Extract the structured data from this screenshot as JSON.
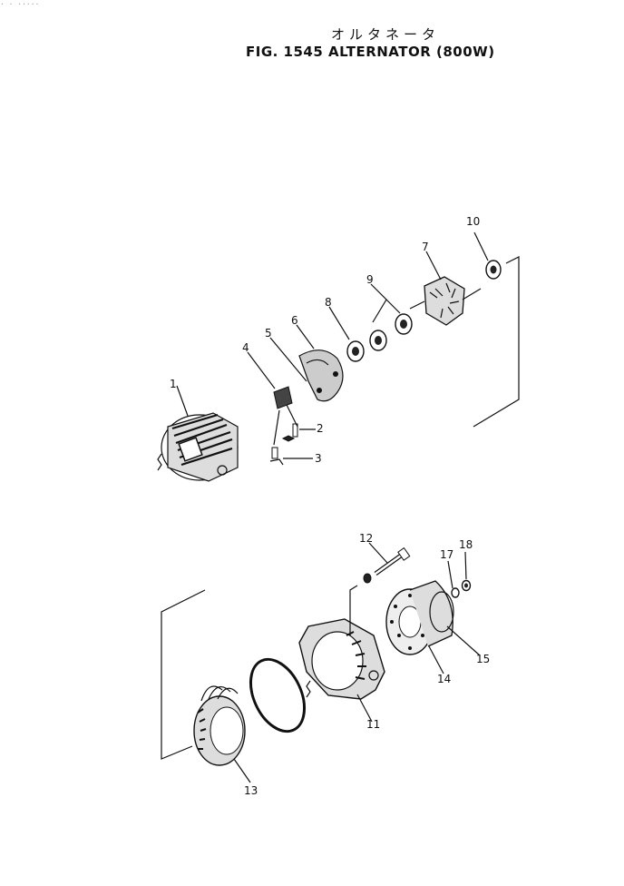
{
  "header": {
    "title_jp": "オルタネータ",
    "title": "FIG. 1545  ALTERNATOR (800W)"
  },
  "callouts": [
    {
      "number": "1"
    },
    {
      "number": "2"
    },
    {
      "number": "3"
    },
    {
      "number": "4"
    },
    {
      "number": "5"
    },
    {
      "number": "6"
    },
    {
      "number": "7"
    },
    {
      "number": "8"
    },
    {
      "number": "9"
    },
    {
      "number": "10"
    },
    {
      "number": "11"
    },
    {
      "number": "12"
    },
    {
      "number": "13"
    },
    {
      "number": "14"
    },
    {
      "number": "15"
    },
    {
      "number": "17"
    },
    {
      "number": "18"
    }
  ]
}
